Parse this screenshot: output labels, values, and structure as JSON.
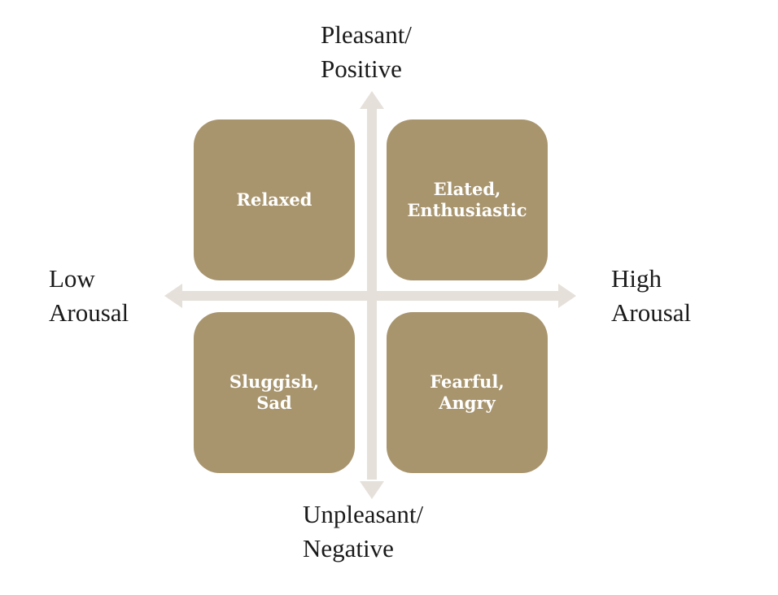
{
  "colors": {
    "quadrant_fill": "#a8956e",
    "arrow": "#e5e0da",
    "label_text": "#1a1a1a",
    "quadrant_text": "#ffffff"
  },
  "axes": {
    "top": "Pleasant/\nPositive",
    "bottom": "Unpleasant/\nNegative",
    "left": "Low\nArousal",
    "right": "High\nArousal"
  },
  "quadrants": {
    "top_left": "Relaxed",
    "top_right": "Elated,\nEnthusiastic",
    "bottom_left": "Sluggish,\nSad",
    "bottom_right": "Fearful,\nAngry"
  }
}
